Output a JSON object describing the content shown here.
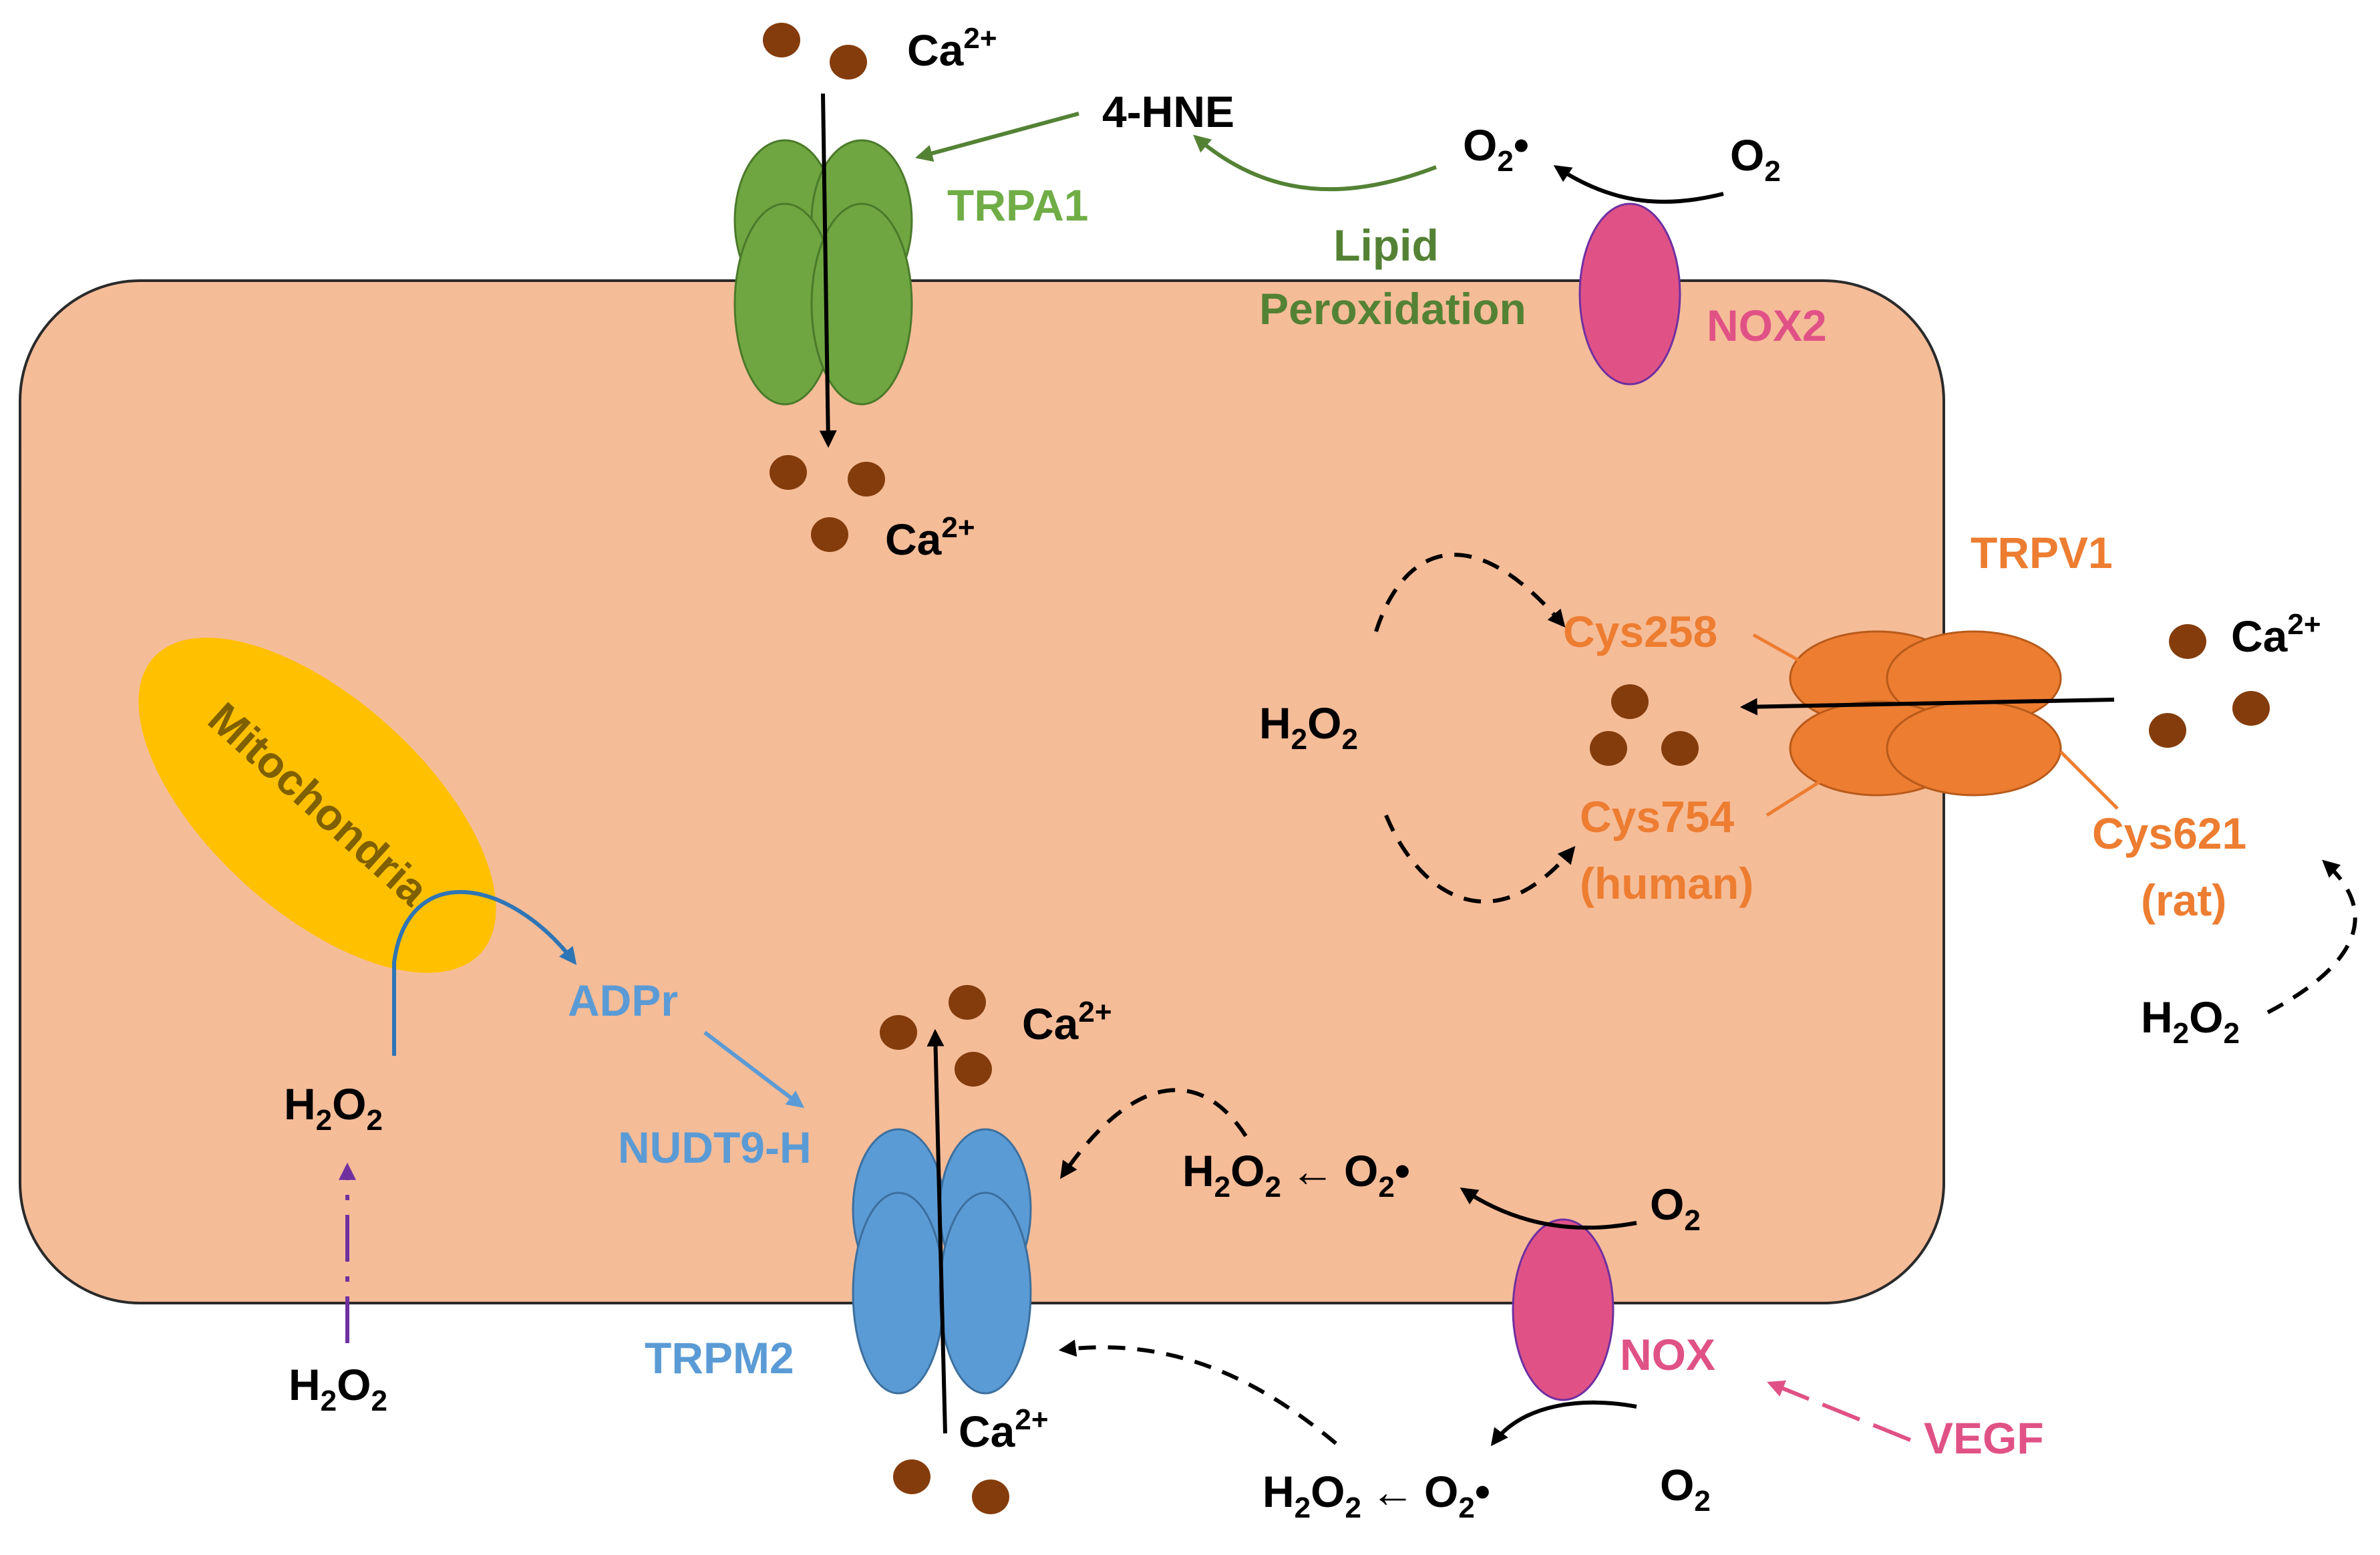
{
  "colors": {
    "cell_fill": "#F5BC98",
    "cell_stroke": "#2a2a2a",
    "calcium": "#843C0C",
    "trpa1": "#6FA641",
    "trpa1_text": "#70AD47",
    "lipid_text": "#548235",
    "nox": "#E05286",
    "trpv1": "#ED7D31",
    "trpm2": "#5B9BD5",
    "trpm2_text": "#5B9BD5",
    "mito": "#FFC000",
    "mito_text": "#7F6000",
    "adpr_arrow": "#2E75B6",
    "h2o2_purple": "#7030A0",
    "vegf": "#E05286"
  },
  "labels": {
    "ca": "Ca",
    "ca_charge": "2+",
    "h": "H",
    "o": "O",
    "two": "2",
    "radical_o": "O",
    "radical_dot": "•",
    "left_arrow": "←",
    "trpa1": "TRPA1",
    "hne": "4-HNE",
    "lipid_line1": "Lipid",
    "lipid_line2": "Peroxidation",
    "nox2": "NOX2",
    "trpv1": "TRPV1",
    "cys258": "Cys258",
    "cys754": "Cys754",
    "human": "(human)",
    "cys621": "Cys621",
    "rat": "(rat)",
    "mitochondria": "Mitochondria",
    "adpr": "ADPr",
    "nudt9h": "NUDT9-H",
    "trpm2": "TRPM2",
    "nox": "NOX",
    "vegf": "VEGF"
  }
}
